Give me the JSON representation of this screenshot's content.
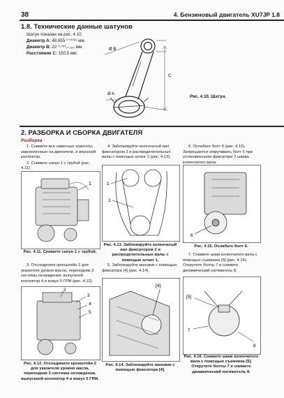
{
  "header": {
    "page_number": "38",
    "chapter_title": "4. Бензиновый двигатель XU7JP 1.8"
  },
  "section_1_8": {
    "title": "1.8. Технические данные шатунов",
    "intro": "Шатун показан на рис. 4.10.",
    "diam_a_label": "Диаметр A:",
    "diam_a_value": "48,655 ⁰⁺⁰⁰¹⁶ мм.",
    "diam_b_label": "Диаметр B:",
    "diam_b_value": "22 ⁰·⁰⁴¹₀·₀₂₀ мм.",
    "dist_c_label": "Расстояние C:",
    "dist_c_value": "150,5 мм.",
    "fig_caption": "Рис. 4.10. Шатун.",
    "labels": {
      "b": "Ø B",
      "a": "Ø A",
      "c": "C"
    }
  },
  "section_2": {
    "title": "2. РАЗБОРКА И СБОРКА ДВИГАТЕЛЯ",
    "subtitle": "Разборка"
  },
  "col1": {
    "p1": "1. Снимите все навесные агрегаты, закрепленные на двигателе, и впускной коллектор.",
    "p2": "2. Снимите сапун 1 с трубой (рис. 4.11).",
    "fig_caption": "Рис. 4.11. Снимите сапун 1 с трубой.",
    "p3": "3. Отсоедините кронштейн 2 для указателя уровня масла, переходник 3 системы охлаждения, выпускной коллектор 4 и кожух 5 ГРМ (рис. 4.12).",
    "fig2_caption": "Рис. 4.12. Отсоедините кронштейн 2 для указателя уровня масла, переходник 3 системы охлаждения, выпускной коллектор 4 и кожух 5 ГРМ.",
    "callout_1": "1",
    "callouts_2": [
      "2",
      "3",
      "4",
      "5"
    ]
  },
  "col2": {
    "p4": "4. Заблокируйте коленчатый вал фиксатором 2 и распределительные валы с помощью штанг 1 (рис. 4.13).",
    "callouts": [
      "1",
      "2"
    ],
    "fig_caption": "Рис. 4.13. Заблокируйте коленчатый вал фиксатором 2 и распределительные валы с помощью штанг 1.",
    "p5": "5. Заблокируйте маховик с помощью фиксатора [4] (рис. 4.14).",
    "callout_4": "[4]",
    "fig2_caption": "Рис. 4.14. Заблокируйте маховик с помощью фиксатора [4]."
  },
  "col3": {
    "p6": "6. Ослабьте болт 6 (рис. 4.15). Запрещается откручивать болт 6 при установленном фиксаторе 2 шкива коленчатого вала.",
    "callout_6": "6",
    "fig_caption": "Рис. 4.15. Ослабьте болт 6.",
    "p7": "7. Снимите шкив коленчатого вала с помощью съемника [5] (рис. 4.16). Открутите болты 7 и снимите динамический натяжитель 8.",
    "callouts2": [
      "[5]",
      "7",
      "8"
    ],
    "fig2_caption": "Рис. 4.16. Снимите шкив коленчатого вала с помощью съемника [5]. Открутите болты 7 и снимите динамический натяжитель 8."
  }
}
